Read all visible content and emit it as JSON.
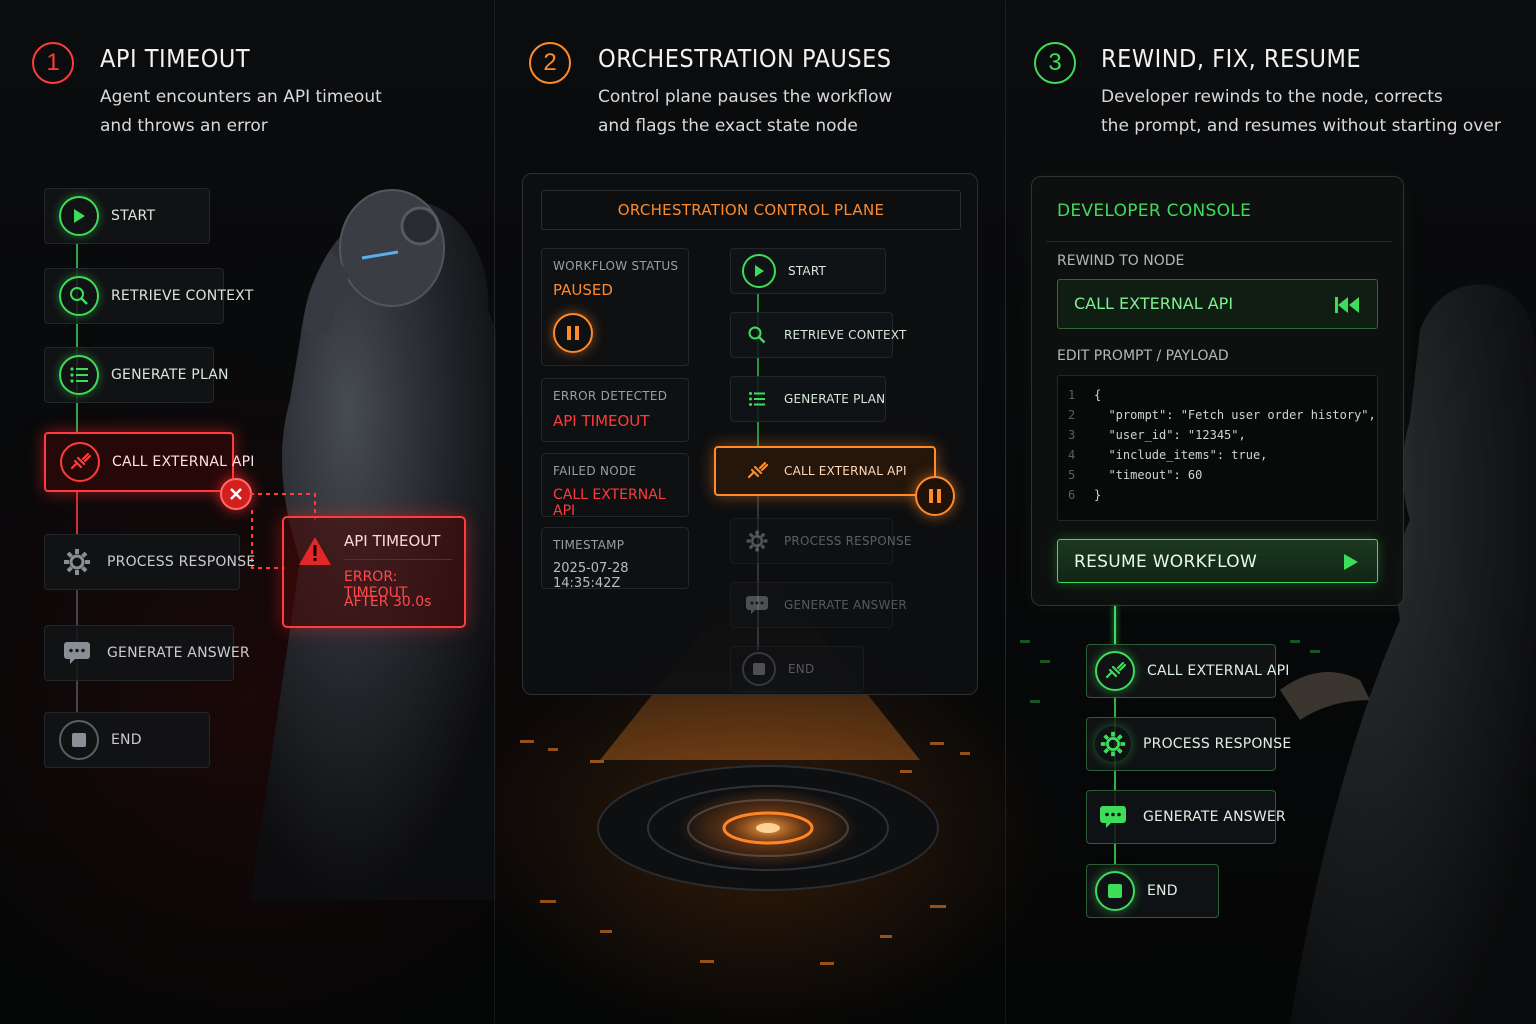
{
  "step1": {
    "number": "1",
    "title": "API TIMEOUT",
    "desc_line1": "Agent encounters an API timeout",
    "desc_line2": "and throws an error",
    "nodes": [
      "START",
      "RETRIEVE CONTEXT",
      "GENERATE PLAN",
      "CALL EXTERNAL API",
      "PROCESS RESPONSE",
      "GENERATE ANSWER",
      "END"
    ],
    "error_box": {
      "title": "API TIMEOUT",
      "line1": "ERROR: TIMEOUT",
      "line2": "AFTER 30.0s"
    }
  },
  "step2": {
    "number": "2",
    "title": "ORCHESTRATION PAUSES",
    "desc_line1": "Control plane pauses the workflow",
    "desc_line2": "and flags the exact state node",
    "panel_title": "ORCHESTRATION CONTROL PLANE",
    "status_label": "WORKFLOW STATUS",
    "status_value": "PAUSED",
    "error_label": "ERROR DETECTED",
    "error_value": "API TIMEOUT",
    "failed_label": "FAILED NODE",
    "failed_value": "CALL EXTERNAL API",
    "timestamp_label": "TIMESTAMP",
    "timestamp_value": "2025-07-28 14:35:42Z",
    "nodes": [
      "START",
      "RETRIEVE CONTEXT",
      "GENERATE PLAN",
      "CALL EXTERNAL API",
      "PROCESS RESPONSE",
      "GENERATE ANSWER",
      "END"
    ]
  },
  "step3": {
    "number": "3",
    "title": "REWIND, FIX, RESUME",
    "desc_line1": "Developer rewinds to the node, corrects",
    "desc_line2": "the prompt, and resumes without starting over",
    "console_title": "DEVELOPER CONSOLE",
    "rewind_label": "REWIND TO NODE",
    "rewind_value": "CALL EXTERNAL API",
    "edit_label": "EDIT PROMPT / PAYLOAD",
    "code_lines": [
      {
        "n": "1",
        "t": "{"
      },
      {
        "n": "2",
        "t": "  \"prompt\": \"Fetch user order history\","
      },
      {
        "n": "3",
        "t": "  \"user_id\": \"12345\","
      },
      {
        "n": "4",
        "t": "  \"include_items\": true,"
      },
      {
        "n": "5",
        "t": "  \"timeout\": 60"
      },
      {
        "n": "6",
        "t": "}"
      }
    ],
    "resume_label": "RESUME WORKFLOW",
    "nodes": [
      "CALL EXTERNAL API",
      "PROCESS RESPONSE",
      "GENERATE ANSWER",
      "END"
    ]
  },
  "colors": {
    "red": "#ff3b3b",
    "orange": "#ff8a2a",
    "green": "#3ddc5a",
    "grey": "#8a8f96"
  }
}
